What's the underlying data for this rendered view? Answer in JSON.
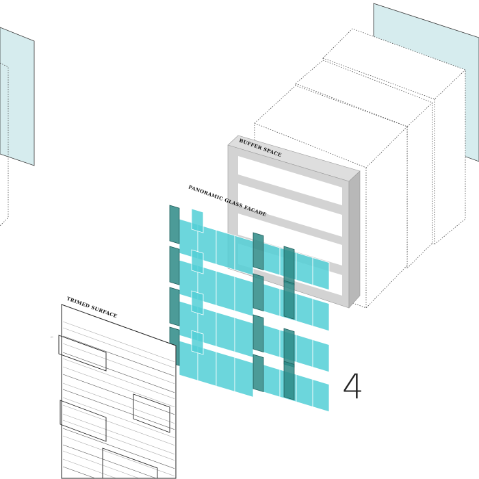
{
  "labels": {
    "buffer_space": "BUFFER SPACE",
    "glass_facade": "PANORAMIC GLASS FACADE",
    "trimmed_surface": "TRIMED SURFACE",
    "step_number": "4"
  },
  "colors": {
    "glass": "#52cfd6",
    "glass_fin": "#2d8a86",
    "buffer_grey": "#cfcfcf",
    "panel_blue": "#d6ecee",
    "line": "#333333"
  }
}
